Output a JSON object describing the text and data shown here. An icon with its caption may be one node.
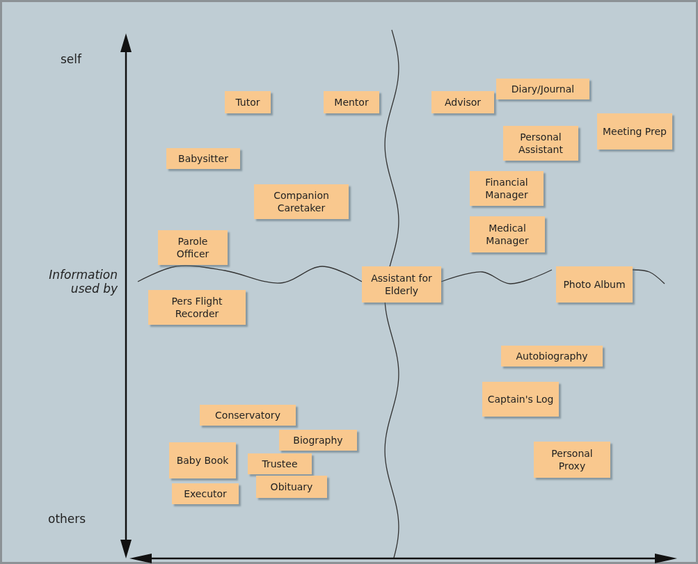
{
  "diagram": {
    "nodes": [
      {
        "text": [
          "Tutor"
        ]
      },
      {
        "text": [
          "Mentor"
        ]
      },
      {
        "text": [
          "Advisor"
        ]
      },
      {
        "text": [
          "Diary/Journal"
        ]
      },
      {
        "text": [
          "Meeting Prep"
        ]
      },
      {
        "text": [
          "Personal Assistant"
        ]
      },
      {
        "text": [
          "Babysitter"
        ]
      },
      {
        "text": [
          "Financial Manager"
        ]
      },
      {
        "text": [
          "Companion Caretaker"
        ]
      },
      {
        "text": [
          "Medical Manager"
        ]
      },
      {
        "text": [
          "Parole Officer"
        ]
      },
      {
        "text": [
          "Assistant for Elderly"
        ]
      },
      {
        "text": [
          "Photo Album"
        ]
      },
      {
        "text": [
          "Pers Flight Recorder"
        ]
      },
      {
        "text": [
          "Autobiography"
        ]
      },
      {
        "text": [
          "Captain's Log"
        ]
      },
      {
        "text": [
          "Conservatory"
        ]
      },
      {
        "text": [
          "Biography"
        ]
      },
      {
        "text": [
          "Personal Proxy"
        ]
      },
      {
        "text": [
          "Baby Book"
        ]
      },
      {
        "text": [
          "Trustee"
        ]
      },
      {
        "text": [
          "Obituary"
        ]
      },
      {
        "text": [
          "Executor"
        ]
      }
    ],
    "labels": [
      "self",
      "Information used by",
      "others"
    ]
  }
}
